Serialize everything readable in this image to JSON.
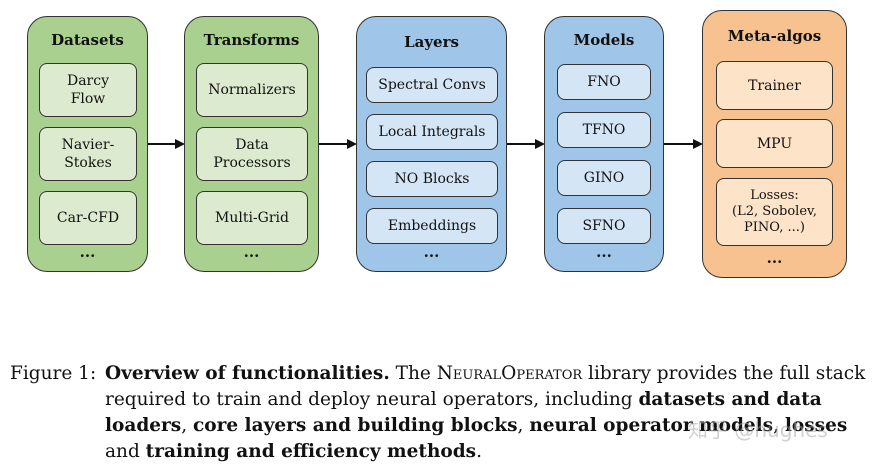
{
  "columns": [
    {
      "title": "Datasets",
      "items": [
        "Darcy\nFlow",
        "Navier-\nStokes",
        "Car-CFD"
      ],
      "ellipsis": "..."
    },
    {
      "title": "Transforms",
      "items": [
        "Normalizers",
        "Data\nProcessors",
        "Multi-Grid"
      ],
      "ellipsis": "..."
    },
    {
      "title": "Layers",
      "items": [
        "Spectral Convs",
        "Local Integrals",
        "NO Blocks",
        "Embeddings"
      ],
      "ellipsis": "..."
    },
    {
      "title": "Models",
      "items": [
        "FNO",
        "TFNO",
        "GINO",
        "SFNO"
      ],
      "ellipsis": "..."
    },
    {
      "title": "Meta-algos",
      "items": [
        "Trainer",
        "MPU",
        "Losses:\n(L2, Sobolev,\nPINO, ...)"
      ],
      "ellipsis": "..."
    }
  ],
  "caption": {
    "label": "Figure 1:",
    "heading": "Overview of functionalities.",
    "t1": " The ",
    "library_sc": "NeuralOperator",
    "t2": " library provides the full stack required to train and deploy neural operators, including ",
    "b1": "datasets and data loaders",
    "t3": ", ",
    "b2": "core layers and building blocks",
    "t4": ", ",
    "b3": "neural operator models",
    "t5": ", ",
    "b4": "losses",
    "t6": " and ",
    "b5": "training and efficiency methods",
    "t7": "."
  },
  "watermark": "知乎 @hughes",
  "colors": {
    "green_column": "#a9d08e",
    "green_box": "#dcebcf",
    "blue_column": "#9fc5e8",
    "blue_box": "#d4e6f6",
    "orange_column": "#f7c28f",
    "orange_box": "#fde3c8"
  }
}
